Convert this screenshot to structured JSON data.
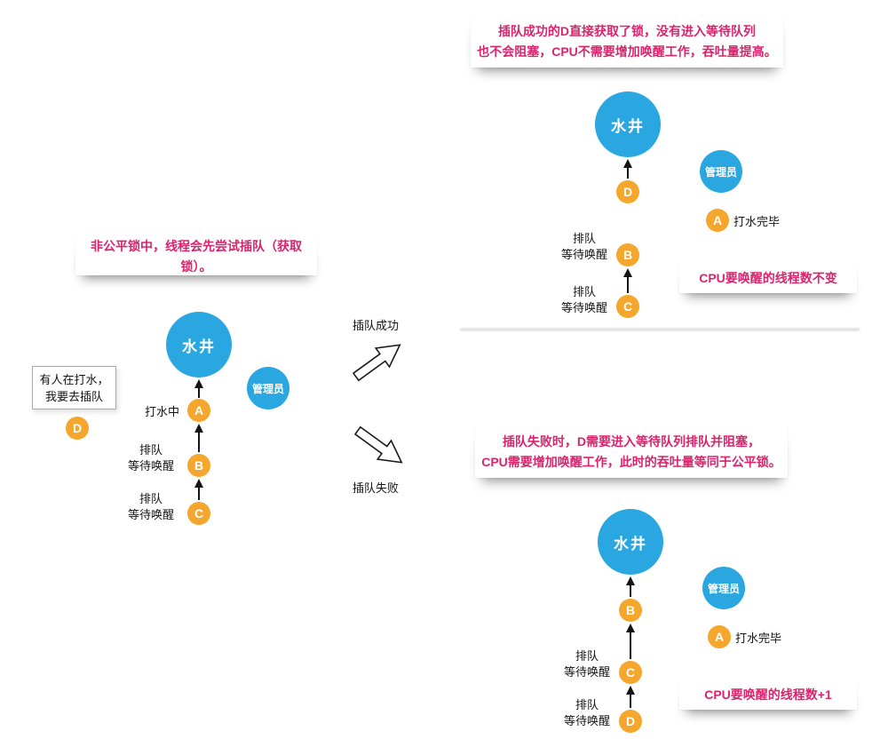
{
  "colors": {
    "blue": "#2aa7e0",
    "orange": "#f5a62c",
    "pink": "#d9246e",
    "ink": "#141414"
  },
  "initial": {
    "note": "非公平锁中，线程会先尝试插队（获取锁）。",
    "well": "水井",
    "admin": "管理员",
    "thread_a": "A",
    "thread_b": "B",
    "thread_c": "C",
    "thread_d": "D",
    "a_status": "打水中",
    "queue_line1": "排队",
    "queue_line2": "等待唤醒",
    "d_thought_line1": "有人在打水，",
    "d_thought_line2": "我要去插队"
  },
  "branches": {
    "success": "插队成功",
    "fail": "插队失败"
  },
  "success": {
    "note_line1": "插队成功的D直接获取了锁，没有进入等待队列",
    "note_line2": "也不会阻塞，CPU不需要增加唤醒工作，吞吐量提高。",
    "well": "水井",
    "admin": "管理员",
    "thread_d": "D",
    "thread_a": "A",
    "thread_b": "B",
    "thread_c": "C",
    "a_status": "打水完毕",
    "queue_line1": "排队",
    "queue_line2": "等待唤醒",
    "cpu_note": "CPU要唤醒的线程数不变"
  },
  "fail": {
    "note_line1": "插队失败时，D需要进入等待队列排队并阻塞，",
    "note_line2": "CPU需要增加唤醒工作，此时的吞吐量等同于公平锁。",
    "well": "水井",
    "admin": "管理员",
    "thread_b": "B",
    "thread_a": "A",
    "thread_c": "C",
    "thread_d": "D",
    "a_status": "打水完毕",
    "queue_line1": "排队",
    "queue_line2": "等待唤醒",
    "cpu_note": "CPU要唤醒的线程数+1"
  }
}
